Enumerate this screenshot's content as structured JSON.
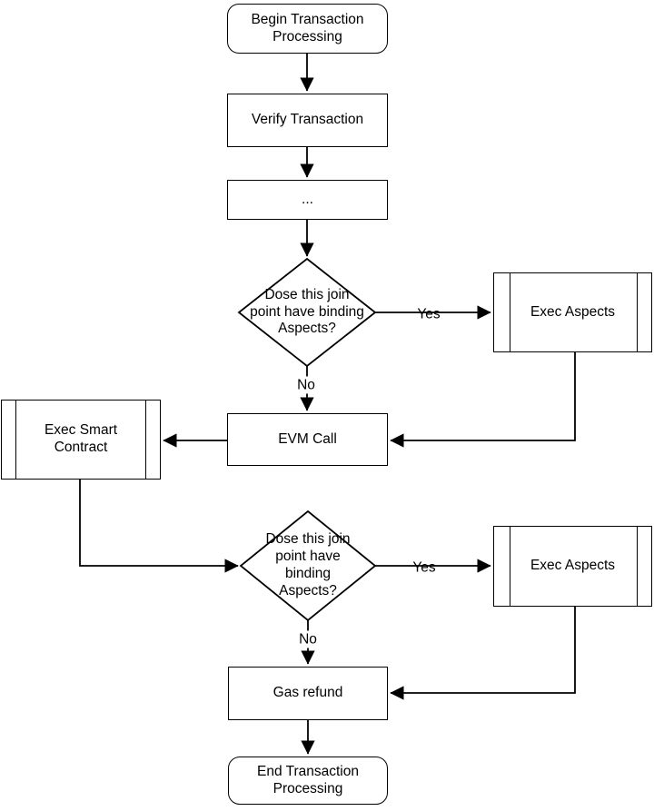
{
  "diagram": {
    "colors": {
      "stroke": "#000000",
      "node_fill": "#ffffff",
      "text": "#000000",
      "background": "#ffffff"
    },
    "nodes": {
      "begin": {
        "label": "Begin Transaction\nProcessing",
        "shape": "terminator"
      },
      "verify": {
        "label": "Verify Transaction",
        "shape": "process"
      },
      "ellipsis": {
        "label": "...",
        "shape": "process"
      },
      "decision1": {
        "label": "Dose this join\npoint have binding\nAspects?",
        "shape": "decision"
      },
      "exec_aspects_1": {
        "label": "Exec Aspects",
        "shape": "predefined-process"
      },
      "evm_call": {
        "label": "EVM Call",
        "shape": "process"
      },
      "exec_smart_contract": {
        "label": "Exec Smart\nContract",
        "shape": "predefined-process"
      },
      "decision2": {
        "label": "Dose this join\npoint have\nbinding\nAspects?",
        "shape": "decision"
      },
      "exec_aspects_2": {
        "label": "Exec Aspects",
        "shape": "predefined-process"
      },
      "gas_refund": {
        "label": "Gas refund",
        "shape": "process"
      },
      "end": {
        "label": "End Transaction\nProcessing",
        "shape": "terminator"
      }
    },
    "edge_labels": {
      "yes1": "Yes",
      "no1": "No",
      "yes2": "Yes",
      "no2": "No"
    }
  }
}
